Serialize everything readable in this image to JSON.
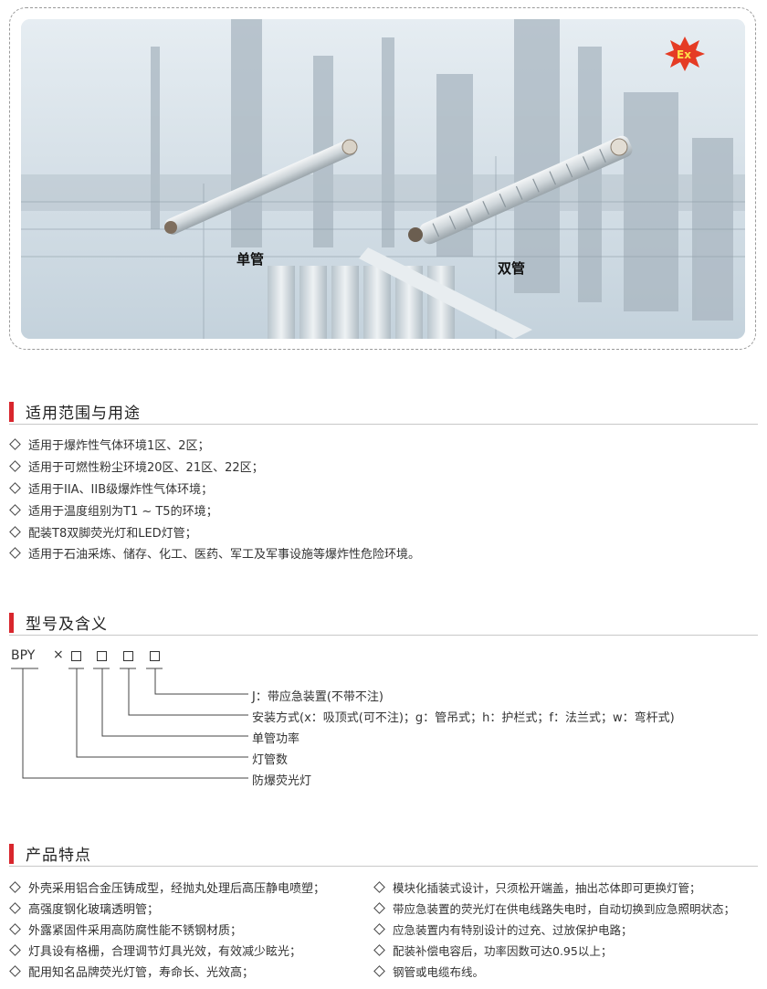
{
  "hero": {
    "label_single": "单管",
    "label_double": "双管",
    "badge_text": "Ex"
  },
  "colors": {
    "accent": "#d8262d",
    "badge": "#e53b24"
  },
  "section1": {
    "title": "适用范围与用途",
    "items": [
      "适用于爆炸性气体环境1区、2区；",
      "适用于可燃性粉尘环境20区、21区、22区；",
      "适用于IIA、IIB级爆炸性气体环境；",
      "适用于温度组别为T1 ~ T5的环境；",
      "配装T8双脚荧光灯和LED灯管；",
      "适用于石油采炼、储存、化工、医药、军工及军事设施等爆炸性危险环境。"
    ]
  },
  "section2": {
    "title": "型号及含义",
    "model_prefix": "BPY",
    "model_sep": "×",
    "meanings": [
      "J：带应急装置(不带不注)",
      "安装方式(x：吸顶式(可不注)；g：管吊式；h：护栏式；f：法兰式；w：弯杆式)",
      "单管功率",
      "灯管数",
      "防爆荧光灯"
    ]
  },
  "section3": {
    "title": "产品特点",
    "left": [
      "外壳采用铝合金压铸成型，经抛丸处理后高压静电喷塑；",
      "高强度钢化玻璃透明管；",
      "外露紧固件采用高防腐性能不锈钢材质；",
      "灯具设有格栅，合理调节灯具光效，有效减少眩光；",
      "配用知名品牌荧光灯管，寿命长、光效高；"
    ],
    "right": [
      "模块化插装式设计，只须松开端盖，抽出芯体即可更换灯管；",
      "带应急装置的荧光灯在供电线路失电时，自动切换到应急照明状态；",
      "应急装置内有特别设计的过充、过放保护电路；",
      "配装补偿电容后，功率因数可达0.95以上；",
      "钢管或电缆布线。"
    ]
  }
}
